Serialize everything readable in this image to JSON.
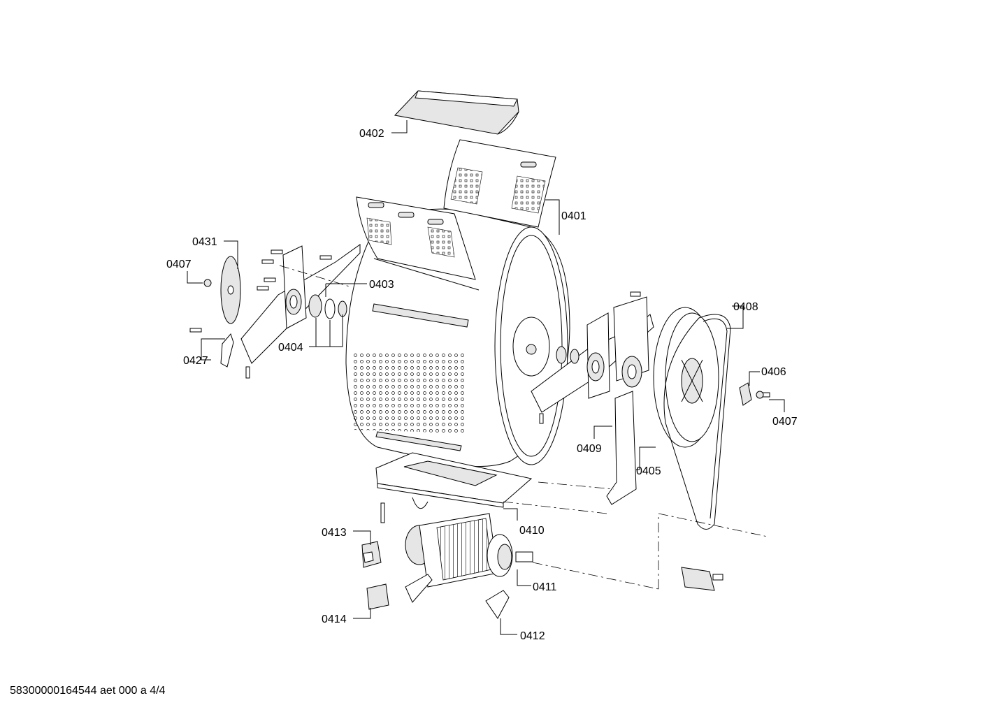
{
  "diagram": {
    "callouts": [
      {
        "id": "0402",
        "label": "0402"
      },
      {
        "id": "0401",
        "label": "0401"
      },
      {
        "id": "0431",
        "label": "0431"
      },
      {
        "id": "0407a",
        "label": "0407"
      },
      {
        "id": "0403",
        "label": "0403"
      },
      {
        "id": "0404",
        "label": "0404"
      },
      {
        "id": "0427",
        "label": "0427"
      },
      {
        "id": "0408",
        "label": "0408"
      },
      {
        "id": "0406",
        "label": "0406"
      },
      {
        "id": "0407b",
        "label": "0407"
      },
      {
        "id": "0409",
        "label": "0409"
      },
      {
        "id": "0405",
        "label": "0405"
      },
      {
        "id": "0410",
        "label": "0410"
      },
      {
        "id": "0413",
        "label": "0413"
      },
      {
        "id": "0411",
        "label": "0411"
      },
      {
        "id": "0414",
        "label": "0414"
      },
      {
        "id": "0412",
        "label": "0412"
      }
    ]
  },
  "footer": {
    "document_code": "58300000164544 aet 000 a 4/4"
  }
}
